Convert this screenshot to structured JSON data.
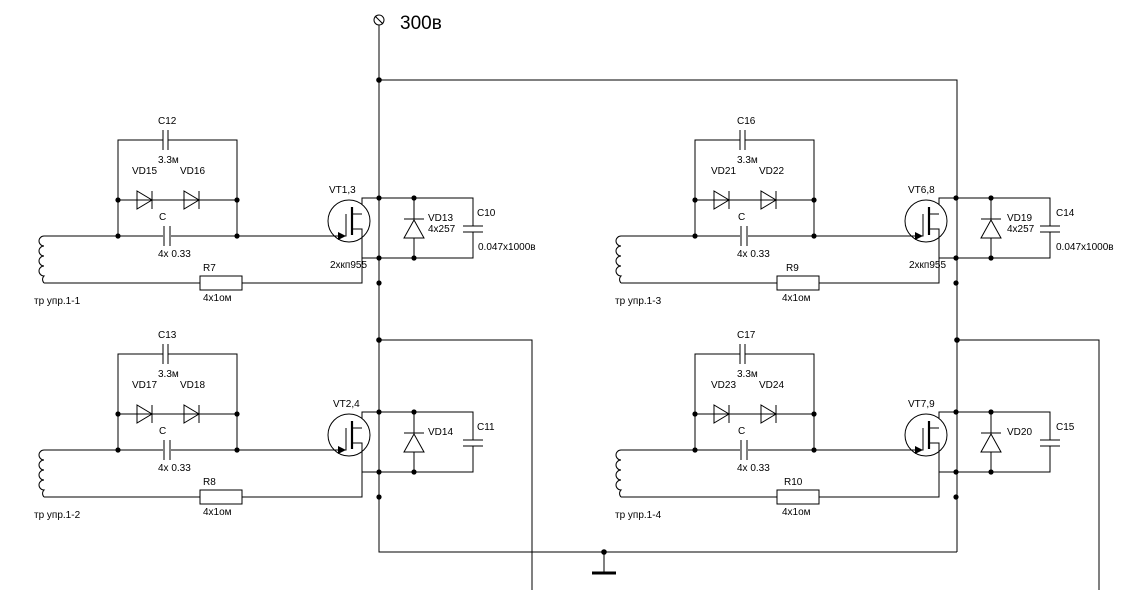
{
  "supply_label": "300в",
  "modules": [
    {
      "cap_top": "C12",
      "cap_top_val": "3.3м",
      "diode_a": "VD15",
      "diode_b": "VD16",
      "cap_mid": "C",
      "cap_mid_val": "4x 0.33",
      "transistor": "VT1,3",
      "transistor_type": "2xкп955",
      "clamp_diode": "VD13",
      "clamp_diode_val": "4x257",
      "snubber_cap": "C10",
      "snubber_cap_val": "0.047x1000в",
      "resistor": "R7",
      "resistor_val": "4x1ом",
      "transformer": "тр упр.1-1"
    },
    {
      "cap_top": "C13",
      "cap_top_val": "3.3м",
      "diode_a": "VD17",
      "diode_b": "VD18",
      "cap_mid": "C",
      "cap_mid_val": "4x 0.33",
      "transistor": "VT2,4",
      "transistor_type": "",
      "clamp_diode": "VD14",
      "clamp_diode_val": "",
      "snubber_cap": "C11",
      "snubber_cap_val": "",
      "resistor": "R8",
      "resistor_val": "4x1ом",
      "transformer": "тр упр.1-2"
    },
    {
      "cap_top": "C16",
      "cap_top_val": "3.3м",
      "diode_a": "VD21",
      "diode_b": "VD22",
      "cap_mid": "C",
      "cap_mid_val": "4x 0.33",
      "transistor": "VT6,8",
      "transistor_type": "2xкп955",
      "clamp_diode": "VD19",
      "clamp_diode_val": "4x257",
      "snubber_cap": "C14",
      "snubber_cap_val": "0.047x1000в",
      "resistor": "R9",
      "resistor_val": "4x1ом",
      "transformer": "тр упр.1-3"
    },
    {
      "cap_top": "C17",
      "cap_top_val": "3.3м",
      "diode_a": "VD23",
      "diode_b": "VD24",
      "cap_mid": "C",
      "cap_mid_val": "4x 0.33",
      "transistor": "VT7,9",
      "transistor_type": "",
      "clamp_diode": "VD20",
      "clamp_diode_val": "",
      "snubber_cap": "C15",
      "snubber_cap_val": "",
      "resistor": "R10",
      "resistor_val": "4x1ом",
      "transformer": "тр упр.1-4"
    }
  ]
}
